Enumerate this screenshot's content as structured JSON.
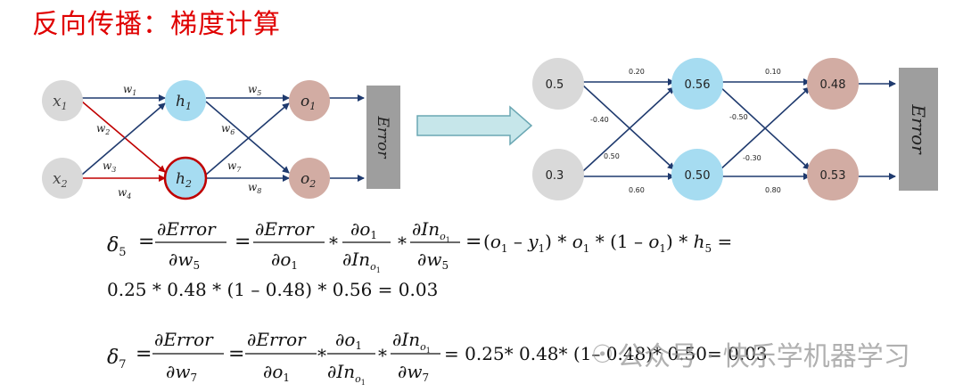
{
  "title": "反向传播：梯度计算",
  "left_network": {
    "inputs": [
      "x",
      "x"
    ],
    "input_subs": [
      "1",
      "2"
    ],
    "hidden": [
      "h",
      "h"
    ],
    "hidden_subs": [
      "1",
      "2"
    ],
    "outputs": [
      "o",
      "o"
    ],
    "output_subs": [
      "1",
      "2"
    ],
    "weights": [
      "w",
      "w",
      "w",
      "w",
      "w",
      "w",
      "w",
      "w"
    ],
    "weight_subs": [
      "1",
      "2",
      "3",
      "4",
      "5",
      "6",
      "7",
      "8"
    ],
    "error_label": "Error"
  },
  "right_network": {
    "inputs": [
      "0.5",
      "0.3"
    ],
    "hidden": [
      "0.56",
      "0.50"
    ],
    "outputs": [
      "0.48",
      "0.53"
    ],
    "weights_in": [
      "0.20",
      "-0.40",
      "0.50",
      "0.60"
    ],
    "weights_out": [
      "0.10",
      "-0.50",
      "-0.30",
      "0.80"
    ],
    "error_label": "Error"
  },
  "formulas": {
    "f1_line2": "0.25 * 0.48 * (1 – 0.48) * 0.56 = 0.03",
    "f2_result": "= 0.25* 0.48* (1– 0.48)* 0.50= 0.03"
  },
  "watermark": {
    "icon": "wechat-icon",
    "text": "公众号 · 快乐学机器学习"
  },
  "colors": {
    "title": "#e00000",
    "input_node": "#d9d9d9",
    "hidden_node": "#a6dcf1",
    "output_node": "#d2aca3",
    "error_box": "#9e9e9e",
    "edge": "#1f3a6e",
    "highlight": "#c00000",
    "arrow_fill": "#c6e6ea",
    "arrow_stroke": "#6aa7b3"
  }
}
